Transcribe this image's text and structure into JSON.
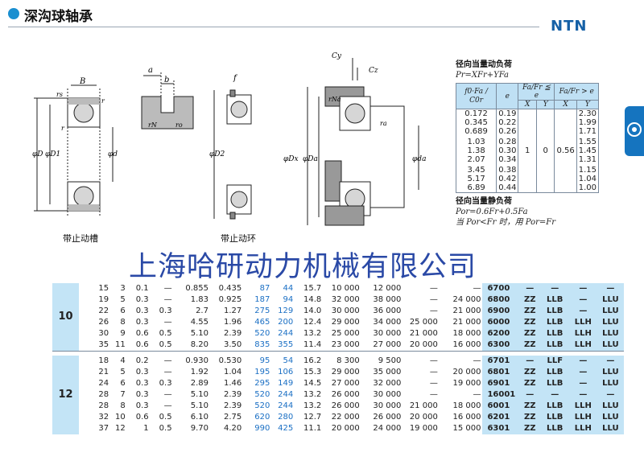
{
  "header": {
    "title": "深沟球轴承",
    "brand": "NTN"
  },
  "diagrams": {
    "labels_main": {
      "B": "B",
      "rs": "rs",
      "r": "r",
      "D": "φD",
      "D1": "φD1",
      "d": "φd"
    },
    "caption_groove": "带止动槽",
    "groove_detail": {
      "a": "a",
      "b": "b",
      "ro": "ro",
      "rN": "rN"
    },
    "snap_ring": {
      "f": "f",
      "D2": "φD2"
    },
    "caption_ring": "带止动环",
    "mounting": {
      "Cy": "Cy",
      "Cz": "Cz",
      "rNa": "rNa",
      "ra": "ra",
      "Dx": "φDx",
      "Da": "φDa",
      "da": "φda"
    }
  },
  "formula": {
    "dyn_title": "径向当量动负荷",
    "dyn_eq": "Pr=XFr+YFa",
    "head_ratio": "f0·Fa / C0r",
    "head_e": "e",
    "head_le": "Fa/Fr ≦ e",
    "head_gt": "Fa/Fr > e",
    "X": "X",
    "Y": "Y",
    "ratios": [
      "0.172",
      "0.345",
      "0.689",
      "1.03",
      "1.38",
      "2.07",
      "3.45",
      "5.17",
      "6.89"
    ],
    "e_vals": [
      "0.19",
      "0.22",
      "0.26",
      "0.28",
      "0.30",
      "0.34",
      "0.38",
      "0.42",
      "0.44"
    ],
    "x1": "1",
    "y1": "0",
    "x2": "0.56",
    "y2_vals": [
      "2.30",
      "1.99",
      "1.71",
      "1.55",
      "1.45",
      "1.31",
      "1.15",
      "1.04",
      "1.00"
    ],
    "stat_title": "径向当量静负荷",
    "stat_eq": "Por=0.6Fr+0.5Fa",
    "stat_note": "当 Por<Fr 时，用 Por=Fr"
  },
  "watermark": "上海哈研动力机械有限公司",
  "groups": [
    {
      "d": "10",
      "rows": [
        [
          "15",
          "3",
          "0.1",
          "—",
          "0.855",
          "0.435",
          "87",
          "44",
          "15.7",
          "10 000",
          "12 000",
          "—",
          "—",
          "6700",
          "—",
          "—",
          "—",
          "—"
        ],
        [
          "19",
          "5",
          "0.3",
          "—",
          "1.83",
          "0.925",
          "187",
          "94",
          "14.8",
          "32 000",
          "38 000",
          "—",
          "24 000",
          "6800",
          "ZZ",
          "LLB",
          "—",
          "LLU"
        ],
        [
          "22",
          "6",
          "0.3",
          "0.3",
          "2.7",
          "1.27",
          "275",
          "129",
          "14.0",
          "30 000",
          "36 000",
          "—",
          "21 000",
          "6900",
          "ZZ",
          "LLB",
          "—",
          "LLU"
        ],
        [
          "26",
          "8",
          "0.3",
          "—",
          "4.55",
          "1.96",
          "465",
          "200",
          "12.4",
          "29 000",
          "34 000",
          "25 000",
          "21 000",
          "6000",
          "ZZ",
          "LLB",
          "LLH",
          "LLU"
        ],
        [
          "30",
          "9",
          "0.6",
          "0.5",
          "5.10",
          "2.39",
          "520",
          "244",
          "13.2",
          "25 000",
          "30 000",
          "21 000",
          "18 000",
          "6200",
          "ZZ",
          "LLB",
          "LLH",
          "LLU"
        ],
        [
          "35",
          "11",
          "0.6",
          "0.5",
          "8.20",
          "3.50",
          "835",
          "355",
          "11.4",
          "23 000",
          "27 000",
          "20 000",
          "16 000",
          "6300",
          "ZZ",
          "LLB",
          "LLH",
          "LLU"
        ]
      ]
    },
    {
      "d": "12",
      "rows": [
        [
          "18",
          "4",
          "0.2",
          "—",
          "0.930",
          "0.530",
          "95",
          "54",
          "16.2",
          "8 300",
          "9 500",
          "—",
          "—",
          "6701",
          "—",
          "LLF",
          "—",
          "—"
        ],
        [
          "21",
          "5",
          "0.3",
          "—",
          "1.92",
          "1.04",
          "195",
          "106",
          "15.3",
          "29 000",
          "35 000",
          "—",
          "20 000",
          "6801",
          "ZZ",
          "LLB",
          "—",
          "LLU"
        ],
        [
          "24",
          "6",
          "0.3",
          "0.3",
          "2.89",
          "1.46",
          "295",
          "149",
          "14.5",
          "27 000",
          "32 000",
          "—",
          "19 000",
          "6901",
          "ZZ",
          "LLB",
          "—",
          "LLU"
        ],
        [
          "28",
          "7",
          "0.3",
          "—",
          "5.10",
          "2.39",
          "520",
          "244",
          "13.2",
          "26 000",
          "30 000",
          "—",
          "—",
          "16001",
          "—",
          "—",
          "—",
          "—"
        ],
        [
          "28",
          "8",
          "0.3",
          "—",
          "5.10",
          "2.39",
          "520",
          "244",
          "13.2",
          "26 000",
          "30 000",
          "21 000",
          "18 000",
          "6001",
          "ZZ",
          "LLB",
          "LLH",
          "LLU"
        ],
        [
          "32",
          "10",
          "0.6",
          "0.5",
          "6.10",
          "2.75",
          "620",
          "280",
          "12.7",
          "22 000",
          "26 000",
          "20 000",
          "16 000",
          "6201",
          "ZZ",
          "LLB",
          "LLH",
          "LLU"
        ],
        [
          "37",
          "12",
          "1",
          "0.5",
          "9.70",
          "4.20",
          "990",
          "425",
          "11.1",
          "20 000",
          "24 000",
          "19 000",
          "15 000",
          "6301",
          "ZZ",
          "LLB",
          "LLH",
          "LLU"
        ]
      ]
    }
  ],
  "colors": {
    "accent": "#1a8fd0",
    "brand": "#1560a6",
    "band": "#c3e4f6",
    "numBlue": "#1a6fc4",
    "watermark": "#2a49a6"
  }
}
